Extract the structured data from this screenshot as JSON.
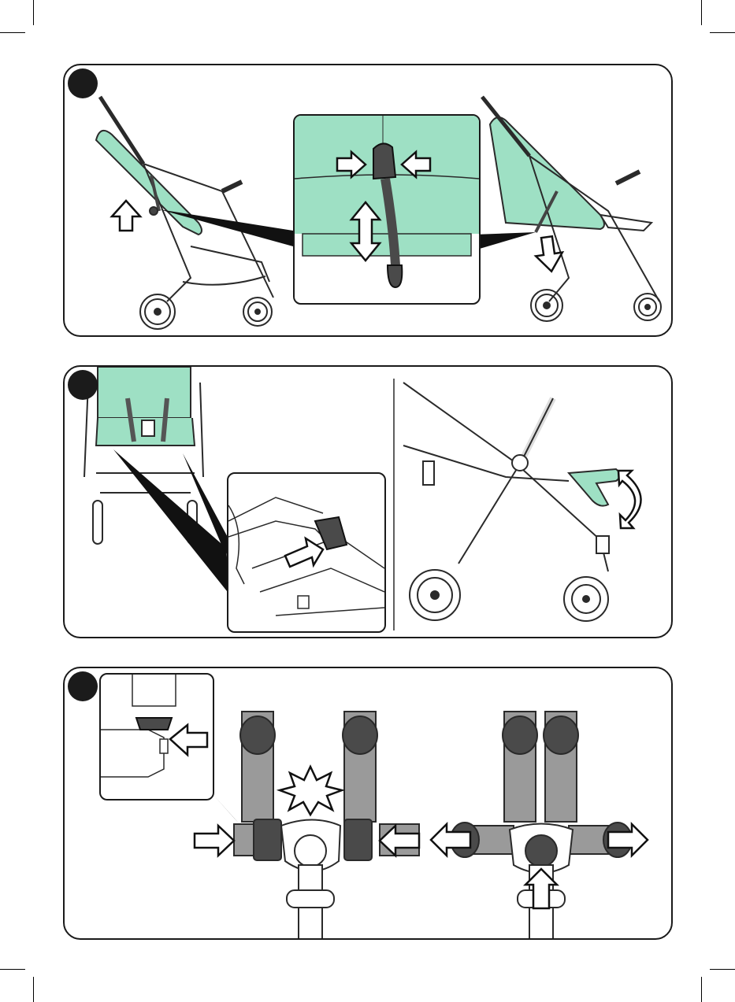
{
  "page": {
    "type": "instruction-manual-page",
    "accent_color": "#9ee0c4",
    "grey_color": "#9a9a9a",
    "dark_color": "#4a4a4a"
  },
  "steps": [
    {
      "id": "step-1",
      "illustration": "seat-recline-strap",
      "icons": [
        "arrow-up-icon",
        "squeeze-arrows-icon",
        "up-down-arrow-icon",
        "arrow-down-icon"
      ]
    },
    {
      "id": "step-2",
      "illustration": "leg-rest-adjust",
      "icons": [
        "push-arrow-icon",
        "rotate-arrow-icon"
      ]
    },
    {
      "id": "step-3",
      "illustration": "harness-buckle",
      "icons": [
        "insert-arrow-icon",
        "click-burst-icon",
        "release-arrow-icon",
        "press-arrow-icon"
      ]
    }
  ]
}
